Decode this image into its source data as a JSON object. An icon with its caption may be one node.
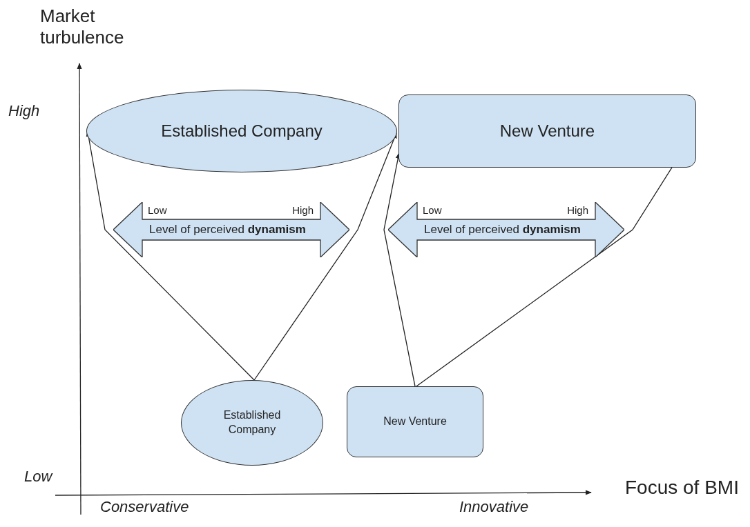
{
  "diagram": {
    "nodes": [
      {
        "text": [
          "Established Company"
        ]
      },
      {
        "text": [
          "New Venture"
        ]
      },
      {
        "text": [
          "Low",
          "High",
          "Level of perceived **dynamism**"
        ]
      },
      {
        "text": [
          "Low",
          "High",
          "Level of perceived **dynamism**"
        ]
      },
      {
        "text": [
          "Established Company"
        ]
      },
      {
        "text": [
          "New Venture"
        ]
      }
    ],
    "edges": [
      {
        "from": 4,
        "to": 0,
        "arrow": "to"
      },
      {
        "from": 4,
        "to": 0,
        "arrow": "to"
      },
      {
        "from": 5,
        "to": 1,
        "arrow": "to"
      },
      {
        "from": 5,
        "to": 1,
        "arrow": "to"
      }
    ],
    "labels": [
      "Market turbulence",
      "High",
      "Low",
      "Focus of BMI",
      "Conservative",
      "Innovative"
    ]
  }
}
